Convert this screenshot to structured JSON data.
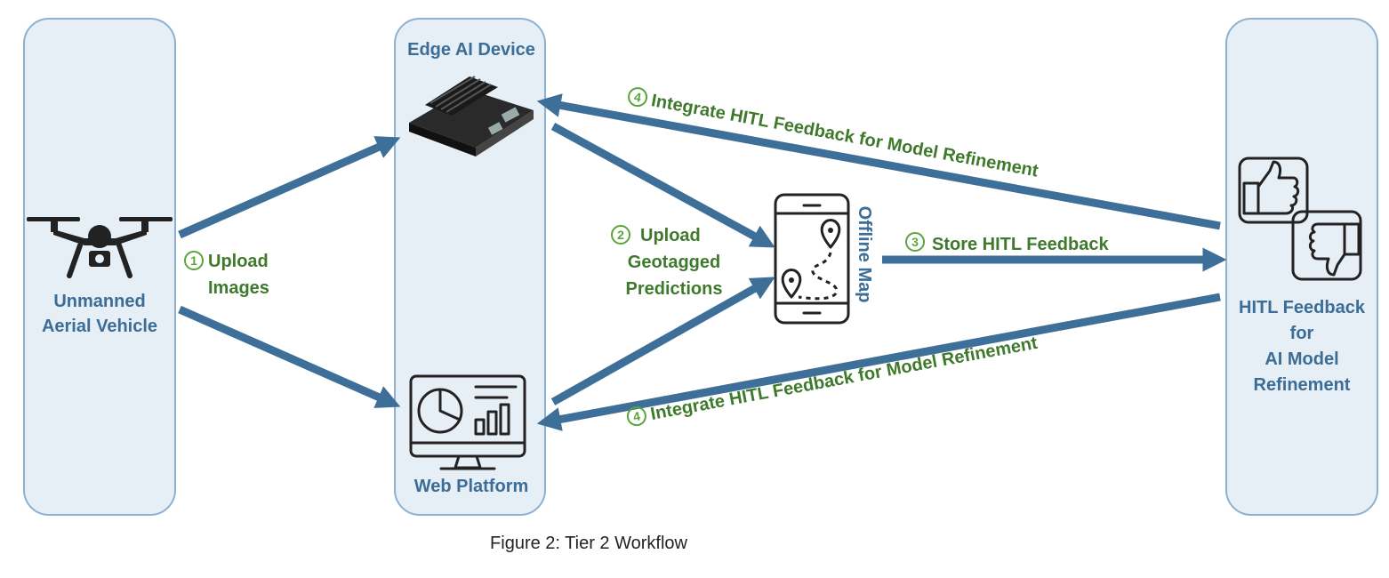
{
  "nodes": {
    "uav": {
      "line1": "Unmanned",
      "line2": "Aerial Vehicle"
    },
    "edge": {
      "title": "Edge AI Device"
    },
    "web": {
      "title": "Web Platform"
    },
    "map": {
      "title": "Offline Map"
    },
    "hitl": {
      "line1": "HITL Feedback",
      "line2": "for",
      "line3": "AI Model",
      "line4": "Refinement"
    }
  },
  "steps": {
    "s1": {
      "num": "1",
      "line1": "Upload",
      "line2": "Images"
    },
    "s2": {
      "num": "2",
      "line1": "Upload",
      "line2": "Geotagged",
      "line3": "Predictions"
    },
    "s3": {
      "num": "3",
      "text": "Store HITL Feedback"
    },
    "s4a": {
      "num": "4",
      "text": "Integrate HITL Feedback for Model Refinement"
    },
    "s4b": {
      "num": "4",
      "text": "Integrate HITL Feedback for Model Refinement"
    }
  },
  "caption": "Figure 2: Tier 2 Workflow",
  "colors": {
    "panel_fill": "#e6eef6",
    "panel_border": "#8fb1cf",
    "arrow": "#3e6f98",
    "node_text": "#3c6d96",
    "step_text": "#3f7a2c"
  }
}
